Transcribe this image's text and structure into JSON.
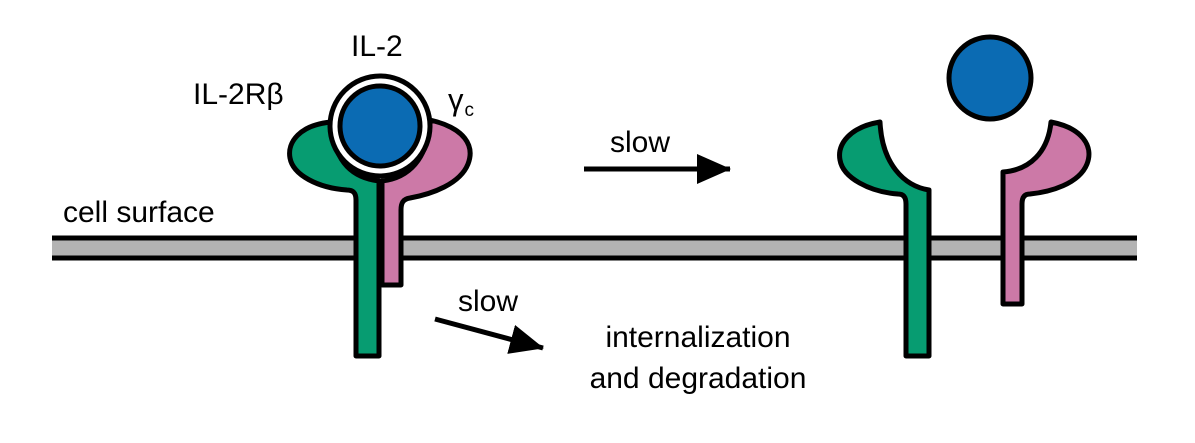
{
  "labels": {
    "ligand": "IL-2",
    "receptor_beta": "IL-2Rβ",
    "gamma_c_symbol": "γ",
    "gamma_c_subscript": "c",
    "cell_surface": "cell surface",
    "dissociation_rate": "slow",
    "internalization_rate": "slow",
    "fate_line1": "internalization",
    "fate_line2": "and degradation"
  },
  "colors": {
    "il2": "#0b6bb3",
    "il2rb": "#079c71",
    "gamma_c": "#cc79a7",
    "membrane": "#b3b3b3",
    "outline": "#000000",
    "background": "#ffffff"
  }
}
